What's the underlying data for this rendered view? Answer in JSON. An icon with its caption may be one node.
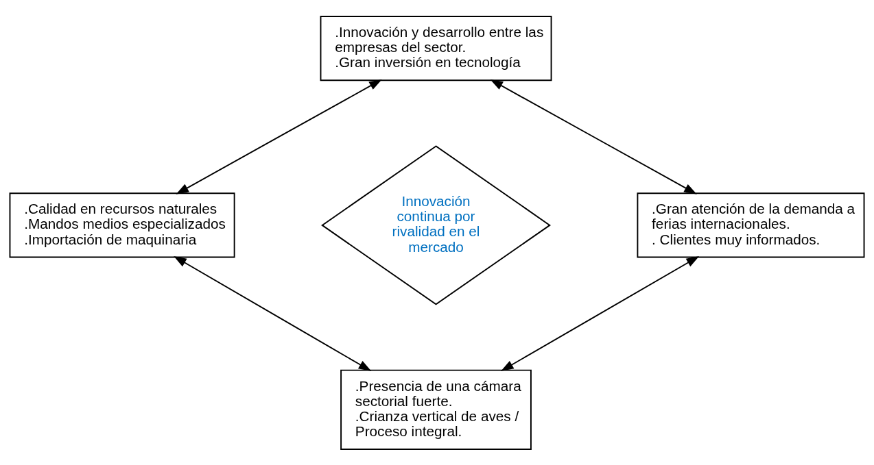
{
  "diagram": {
    "nodes": [
      {
        "text": [
          ".Innovación y desarrollo entre las empresas del sector.",
          ".Gran inversión en tecnología"
        ]
      },
      {
        "text": [
          ".Calidad en recursos naturales",
          ".Mandos medios especializados",
          ".Importación de maquinaria"
        ]
      },
      {
        "text": [
          "Innovación continua por rivalidad en el mercado"
        ]
      },
      {
        "text": [
          ".Gran atención de la demanda a ferias internacionales.",
          ". Clientes muy informados."
        ]
      },
      {
        "text": [
          ".Presencia de una cámara sectorial fuerte.",
          ".Crianza vertical de aves / Proceso integral."
        ]
      }
    ],
    "edges": [
      {
        "from": 0,
        "to": 1,
        "arrow": "both"
      },
      {
        "from": 0,
        "to": 3,
        "arrow": "both"
      },
      {
        "from": 1,
        "to": 4,
        "arrow": "both"
      },
      {
        "from": 3,
        "to": 4,
        "arrow": "both"
      }
    ]
  }
}
